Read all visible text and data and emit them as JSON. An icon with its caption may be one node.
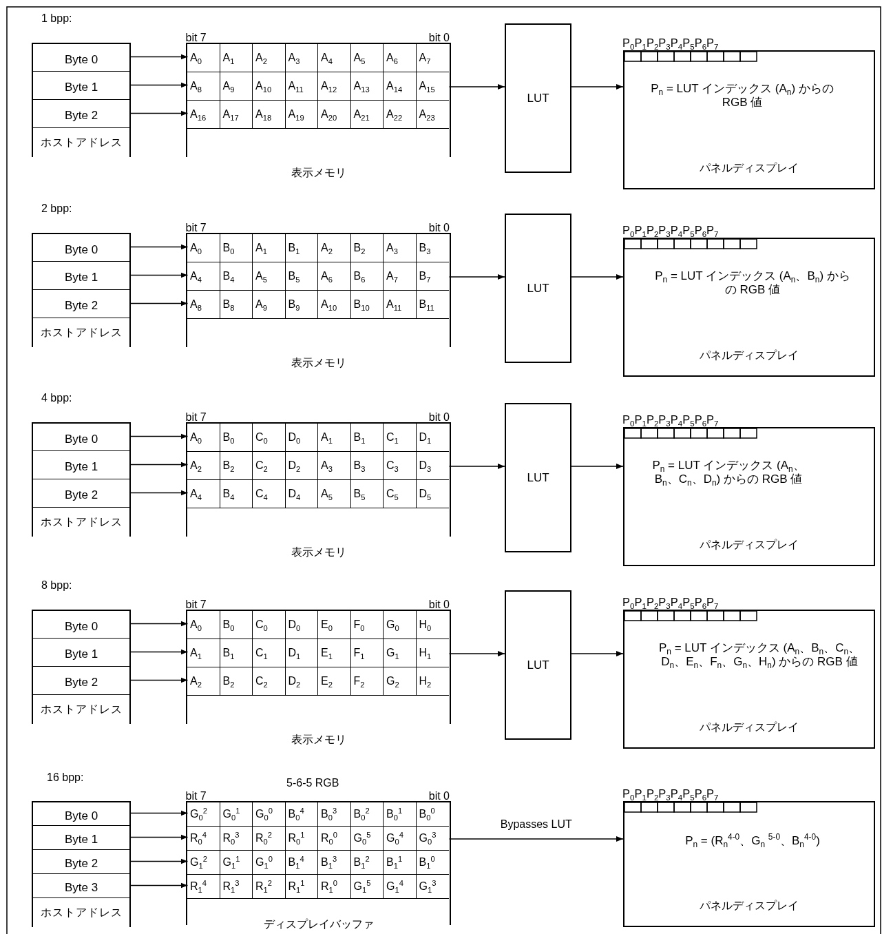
{
  "diagram": {
    "nodes": [
      {
        "text": [
          "Byte 0"
        ]
      },
      {
        "text": [
          "Byte 1"
        ]
      },
      {
        "text": [
          "Byte 2"
        ]
      },
      {
        "text": [
          "ホストアドレス"
        ]
      },
      {
        "text": [
          "表示メモリ"
        ],
        "beside": [
          "bit 7",
          "bit 0"
        ]
      },
      {
        "text": [
          "A$_{0}$",
          "A$_{1}$",
          "A$_{2}$",
          "A$_{3}$",
          "A$_{4}$",
          "A$_{5}$",
          "A$_{6}$",
          "A$_{7}$"
        ],
        "in": 4
      },
      {
        "text": [
          "A$_{8}$",
          "A$_{9}$",
          "A$_{10}$",
          "A$_{11}$",
          "A$_{12}$",
          "A$_{13}$",
          "A$_{14}$",
          "A$_{15}$"
        ],
        "in": 4
      },
      {
        "text": [
          "A$_{16}$",
          "A$_{17}$",
          "A$_{18}$",
          "A$_{19}$",
          "A$_{20}$",
          "A$_{21}$",
          "A$_{22}$",
          "A$_{23}$"
        ],
        "in": 4
      },
      {
        "text": [
          "LUT"
        ]
      },
      {
        "text": [
          "P$_{n}$ = LUT インデックス (A$_{n}$) からの RGB 値",
          "パネルディスプレイ"
        ],
        "beside": [
          "P$_{0}$P$_{1}$P$_{2}$P$_{3}$P$_{4}$P$_{5}$P$_{6}$P$_{7}$"
        ]
      },
      {
        "text": [
          "Byte 0"
        ]
      },
      {
        "text": [
          "Byte 1"
        ]
      },
      {
        "text": [
          "Byte 2"
        ]
      },
      {
        "text": [
          "ホストアドレス"
        ]
      },
      {
        "text": [
          "表示メモリ"
        ],
        "beside": [
          "bit 7",
          "bit 0"
        ]
      },
      {
        "text": [
          "A$_{0}$",
          "B$_{0}$",
          "A$_{1}$",
          "B$_{1}$",
          "A$_{2}$",
          "B$_{2}$",
          "A$_{3}$",
          "B$_{3}$"
        ],
        "in": 14
      },
      {
        "text": [
          "A$_{4}$",
          "B$_{4}$",
          "A$_{5}$",
          "B$_{5}$",
          "A$_{6}$",
          "B$_{6}$",
          "A$_{7}$",
          "B$_{7}$"
        ],
        "in": 14
      },
      {
        "text": [
          "A$_{8}$",
          "B$_{8}$",
          "A$_{9}$",
          "B$_{9}$",
          "A$_{10}$",
          "B$_{10}$",
          "A$_{11}$",
          "B$_{11}$"
        ],
        "in": 14
      },
      {
        "text": [
          "LUT"
        ]
      },
      {
        "text": [
          "P$_{n}$ = LUT インデックス (A$_{n}$、B$_{n}$) からの RGB 値",
          "パネルディスプレイ"
        ],
        "beside": [
          "P$_{0}$P$_{1}$P$_{2}$P$_{3}$P$_{4}$P$_{5}$P$_{6}$P$_{7}$"
        ]
      },
      {
        "text": [
          "Byte 0"
        ]
      },
      {
        "text": [
          "Byte 1"
        ]
      },
      {
        "text": [
          "Byte 2"
        ]
      },
      {
        "text": [
          "ホストアドレス"
        ]
      },
      {
        "text": [
          "表示メモリ"
        ],
        "beside": [
          "bit 7",
          "bit 0"
        ]
      },
      {
        "text": [
          "A$_{0}$",
          "B$_{0}$",
          "C$_{0}$",
          "D$_{0}$",
          "A$_{1}$",
          "B$_{1}$",
          "C$_{1}$",
          "D$_{1}$"
        ],
        "in": 24
      },
      {
        "text": [
          "A$_{2}$",
          "B$_{2}$",
          "C$_{2}$",
          "D$_{2}$",
          "A$_{3}$",
          "B$_{3}$",
          "C$_{3}$",
          "D$_{3}$"
        ],
        "in": 24
      },
      {
        "text": [
          "A$_{4}$",
          "B$_{4}$",
          "C$_{4}$",
          "D$_{4}$",
          "A$_{5}$",
          "B$_{5}$",
          "C$_{5}$",
          "D$_{5}$"
        ],
        "in": 24
      },
      {
        "text": [
          "LUT"
        ]
      },
      {
        "text": [
          "P$_{n}$ = LUT インデックス (A$_{n}$、B$_{n}$、C$_{n}$、D$_{n}$) からの RGB 値",
          "パネルディスプレイ"
        ],
        "beside": [
          "P$_{0}$P$_{1}$P$_{2}$P$_{3}$P$_{4}$P$_{5}$P$_{6}$P$_{7}$"
        ]
      },
      {
        "text": [
          "Byte 0"
        ]
      },
      {
        "text": [
          "Byte 1"
        ]
      },
      {
        "text": [
          "Byte 2"
        ]
      },
      {
        "text": [
          "ホストアドレス"
        ]
      },
      {
        "text": [
          "表示メモリ"
        ],
        "beside": [
          "bit 7",
          "bit 0"
        ]
      },
      {
        "text": [
          "A$_{0}$",
          "B$_{0}$",
          "C$_{0}$",
          "D$_{0}$",
          "E$_{0}$",
          "F$_{0}$",
          "G$_{0}$",
          "H$_{0}$"
        ],
        "in": 34
      },
      {
        "text": [
          "A$_{1}$",
          "B$_{1}$",
          "C$_{1}$",
          "D$_{1}$",
          "E$_{1}$",
          "F$_{1}$",
          "G$_{1}$",
          "H$_{1}$"
        ],
        "in": 34
      },
      {
        "text": [
          "A$_{2}$",
          "B$_{2}$",
          "C$_{2}$",
          "D$_{2}$",
          "E$_{2}$",
          "F$_{2}$",
          "G$_{2}$",
          "H$_{2}$"
        ],
        "in": 34
      },
      {
        "text": [
          "LUT"
        ]
      },
      {
        "text": [
          "P$_{n}$ = LUT インデックス (A$_{n}$、B$_{n}$、C$_{n}$、D$_{n}$、E$_{n}$、F$_{n}$、G$_{n}$、H$_{n}$) からの RGB 値",
          "パネルディスプレイ"
        ],
        "beside": [
          "P$_{0}$P$_{1}$P$_{2}$P$_{3}$P$_{4}$P$_{5}$P$_{6}$P$_{7}$"
        ]
      },
      {
        "text": [
          "Byte 0"
        ]
      },
      {
        "text": [
          "Byte 1"
        ]
      },
      {
        "text": [
          "Byte 2"
        ]
      },
      {
        "text": [
          "Byte 3"
        ]
      },
      {
        "text": [
          "ホストアドレス"
        ]
      },
      {
        "text": [
          "ディスプレイバッファ"
        ],
        "beside": [
          "bit 7",
          "bit 0"
        ]
      },
      {
        "text": [
          "G$_{0}$$^{2}$",
          "G$_{0}$$^{1}$",
          "G$_{0}$$^{0}$",
          "B$_{0}$$^{4}$",
          "B$_{0}$$^{3}$",
          "B$_{0}$$^{2}$",
          "B$_{0}$$^{1}$",
          "B$_{0}$$^{0}$"
        ],
        "in": 45
      },
      {
        "text": [
          "R$_{0}$$^{4}$",
          "R$_{0}$$^{3}$",
          "R$_{0}$$^{2}$",
          "R$_{0}$$^{1}$",
          "R$_{0}$$^{0}$",
          "G$_{0}$$^{5}$",
          "G$_{0}$$^{4}$",
          "G$_{0}$$^{3}$"
        ],
        "in": 45
      },
      {
        "text": [
          "G$_{1}$$^{2}$",
          "G$_{1}$$^{1}$",
          "G$_{1}$$^{0}$",
          "B$_{1}$$^{4}$",
          "B$_{1}$$^{3}$",
          "B$_{1}$$^{2}$",
          "B$_{1}$$^{1}$",
          "B$_{1}$$^{0}$"
        ],
        "in": 45
      },
      {
        "text": [
          "R$_{1}$$^{4}$",
          "R$_{1}$$^{3}$",
          "R$_{1}$$^{2}$",
          "R$_{1}$$^{1}$",
          "R$_{1}$$^{0}$",
          "G$_{1}$$^{5}$",
          "G$_{1}$$^{4}$",
          "G$_{1}$$^{3}$"
        ],
        "in": 45
      },
      {
        "text": [
          "P$_{n}$ = (R$_{n}$$^{4-0}$、G$_{n}$ $^{5-0}$、B$_{n}$$^{4-0}$)",
          "パネルディスプレイ"
        ],
        "beside": [
          "P$_{0}$P$_{1}$P$_{2}$P$_{3}$P$_{4}$P$_{5}$P$_{6}$P$_{7}$"
        ]
      }
    ],
    "edges": [
      {
        "from": 0,
        "to": 5,
        "arrow": "to"
      },
      {
        "from": 1,
        "to": 6,
        "arrow": "to"
      },
      {
        "from": 2,
        "to": 7,
        "arrow": "to"
      },
      {
        "from": 6,
        "to": 8,
        "arrow": "to"
      },
      {
        "from": 8,
        "to": 9,
        "arrow": "to"
      },
      {
        "from": 10,
        "to": 15,
        "arrow": "to"
      },
      {
        "from": 11,
        "to": 16,
        "arrow": "to"
      },
      {
        "from": 12,
        "to": 17,
        "arrow": "to"
      },
      {
        "from": 16,
        "to": 18,
        "arrow": "to"
      },
      {
        "from": 18,
        "to": 19,
        "arrow": "to"
      },
      {
        "from": 20,
        "to": 25,
        "arrow": "to"
      },
      {
        "from": 21,
        "to": 26,
        "arrow": "to"
      },
      {
        "from": 22,
        "to": 27,
        "arrow": "to"
      },
      {
        "from": 26,
        "to": 28,
        "arrow": "to"
      },
      {
        "from": 28,
        "to": 29,
        "arrow": "to"
      },
      {
        "from": 30,
        "to": 35,
        "arrow": "to"
      },
      {
        "from": 31,
        "to": 36,
        "arrow": "to"
      },
      {
        "from": 32,
        "to": 37,
        "arrow": "to"
      },
      {
        "from": 36,
        "to": 38,
        "arrow": "to"
      },
      {
        "from": 38,
        "to": 39,
        "arrow": "to"
      },
      {
        "from": 40,
        "to": 46,
        "arrow": "to"
      },
      {
        "from": 41,
        "to": 47,
        "arrow": "to"
      },
      {
        "from": 42,
        "to": 48,
        "arrow": "to"
      },
      {
        "from": 43,
        "to": 49,
        "arrow": "to"
      },
      {
        "from": 47,
        "to": 50,
        "arrow": "to",
        "label": "Bypasses LUT"
      }
    ],
    "labels": [
      "1 bpp:",
      "2 bpp:",
      "4 bpp:",
      "8 bpp:",
      "16 bpp:",
      "5-6-5 RGB"
    ]
  }
}
